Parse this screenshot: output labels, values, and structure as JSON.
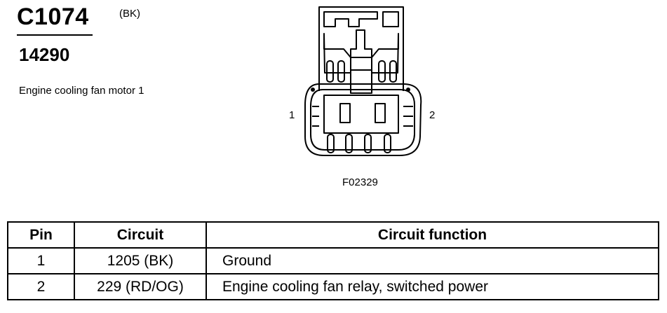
{
  "connector": {
    "id": "C1074",
    "color_code": "(BK)",
    "part_number": "14290",
    "description": "Engine cooling fan motor 1"
  },
  "figure": {
    "pin_left_label": "1",
    "pin_right_label": "2",
    "figure_id": "F02329"
  },
  "table": {
    "headers": {
      "pin": "Pin",
      "circuit": "Circuit",
      "function": "Circuit function"
    },
    "rows": [
      {
        "pin": "1",
        "circuit": "1205 (BK)",
        "function": "Ground"
      },
      {
        "pin": "2",
        "circuit": "229 (RD/OG)",
        "function": "Engine cooling fan relay, switched power"
      }
    ]
  }
}
